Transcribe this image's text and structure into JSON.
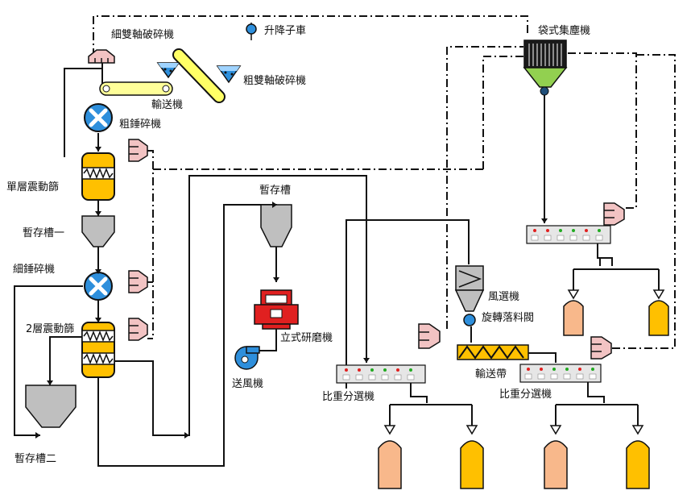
{
  "labels": {
    "fine_double_roll_crusher": "細雙軸破碎機",
    "lift_car": "升降子車",
    "bag_dust_collector": "袋式集塵機",
    "coarse_double_roll_crusher": "粗雙軸破碎機",
    "conveyor": "輸送機",
    "coarse_hammer_crusher": "粗錘碎機",
    "single_layer_screen": "單層震動篩",
    "temp_tank": "暫存槽",
    "temp_tank_1": "暫存槽一",
    "fine_hammer_crusher": "細錘碎機",
    "double_layer_screen": "2層震動篩",
    "temp_tank_2": "暫存槽二",
    "vertical_mill": "立式研磨機",
    "blower": "送風機",
    "air_classifier": "風選機",
    "rotary_valve": "旋轉落料閥",
    "conveyor_belt": "輸送帶",
    "gravity_separator_1": "比重分選機",
    "gravity_separator_2": "比重分選機"
  },
  "colors": {
    "equipment_yellow": "#ffc000",
    "bin_orange": "#f8b88b",
    "crusher_blue": "#2e8fdc",
    "mill_red": "#e02020",
    "dust_green": "#92d050",
    "hopper_gray": "#bfbfbf",
    "crusher_pink": "#f2c3c3"
  },
  "icons": {
    "crusher_symbol": "x-circle-icon",
    "fan_symbol": "fan-icon",
    "hopper_symbol": "hopper-icon"
  }
}
